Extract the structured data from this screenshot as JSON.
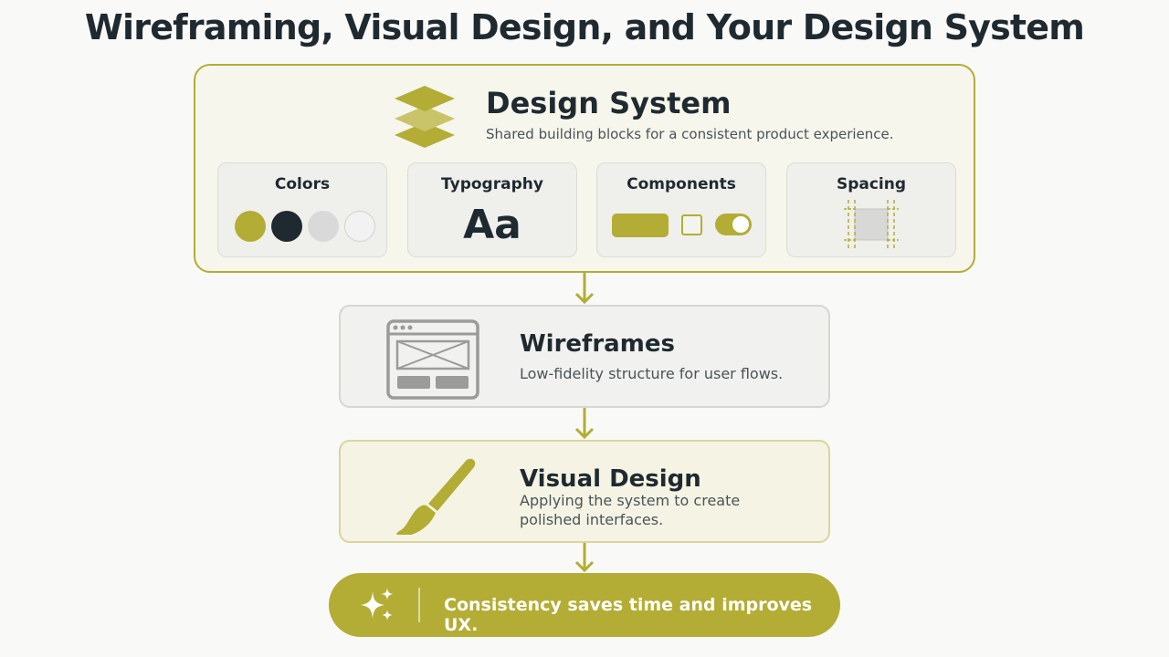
{
  "title": "Wireframing, Visual Design, and Your Design System",
  "design_system": {
    "title": "Design System",
    "subtitle": "Shared building blocks for a consistent product experience.",
    "icon": "stacked-layers-icon",
    "cards": [
      {
        "label": "Colors",
        "swatches": [
          "#b3ad35",
          "#1f2a30",
          "#d9d9d9",
          "#f2f2f2"
        ]
      },
      {
        "label": "Typography",
        "sample": "Aa"
      },
      {
        "label": "Components"
      },
      {
        "label": "Spacing"
      }
    ]
  },
  "steps": [
    {
      "title": "Wireframes",
      "description": "Low-fidelity structure for user flows.",
      "icon": "browser-wireframe-icon"
    },
    {
      "title": "Visual Design",
      "description": "Applying the system to create polished interfaces.",
      "icon": "paintbrush-icon"
    }
  ],
  "footer": {
    "text": "Consistency saves time and improves UX.",
    "icon": "sparkles-icon"
  },
  "colors": {
    "accent": "#b3ad35",
    "dark": "#1f2a30",
    "panel_bg": "#f6f6ec"
  }
}
